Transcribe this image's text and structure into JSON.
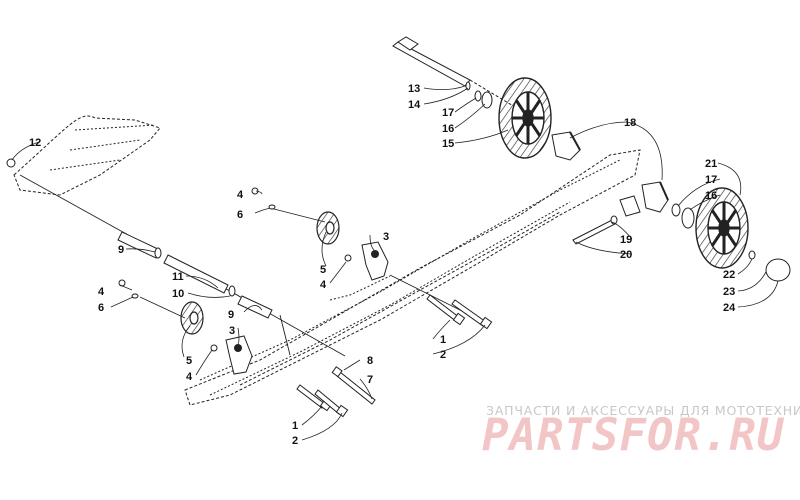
{
  "callouts": {
    "c1a": "1",
    "c1b": "1",
    "c2a": "2",
    "c2b": "2",
    "c3a": "3",
    "c3b": "3",
    "c4a": "4",
    "c4b": "4",
    "c4c": "4",
    "c4d": "4",
    "c5a": "5",
    "c5b": "5",
    "c6a": "6",
    "c6b": "6",
    "c7": "7",
    "c8": "8",
    "c9a": "9",
    "c9b": "9",
    "c10": "10",
    "c11": "11",
    "c12": "12",
    "c13": "13",
    "c14": "14",
    "c15": "15",
    "c16a": "16",
    "c16b": "16",
    "c17a": "17",
    "c17b": "17",
    "c18": "18",
    "c19": "19",
    "c20": "20",
    "c21": "21",
    "c22": "22",
    "c23": "23",
    "c24": "24"
  },
  "watermark": {
    "subtitle": "ЗАПЧАСТИ И АКСЕССУАРЫ ДЛЯ МОТОТЕХНИКИ",
    "brand": "PARTSFOR.RU"
  },
  "colors": {
    "line": "#222222",
    "watermark_text": "#c8c8c8",
    "watermark_brand": "#f2c6c6"
  }
}
